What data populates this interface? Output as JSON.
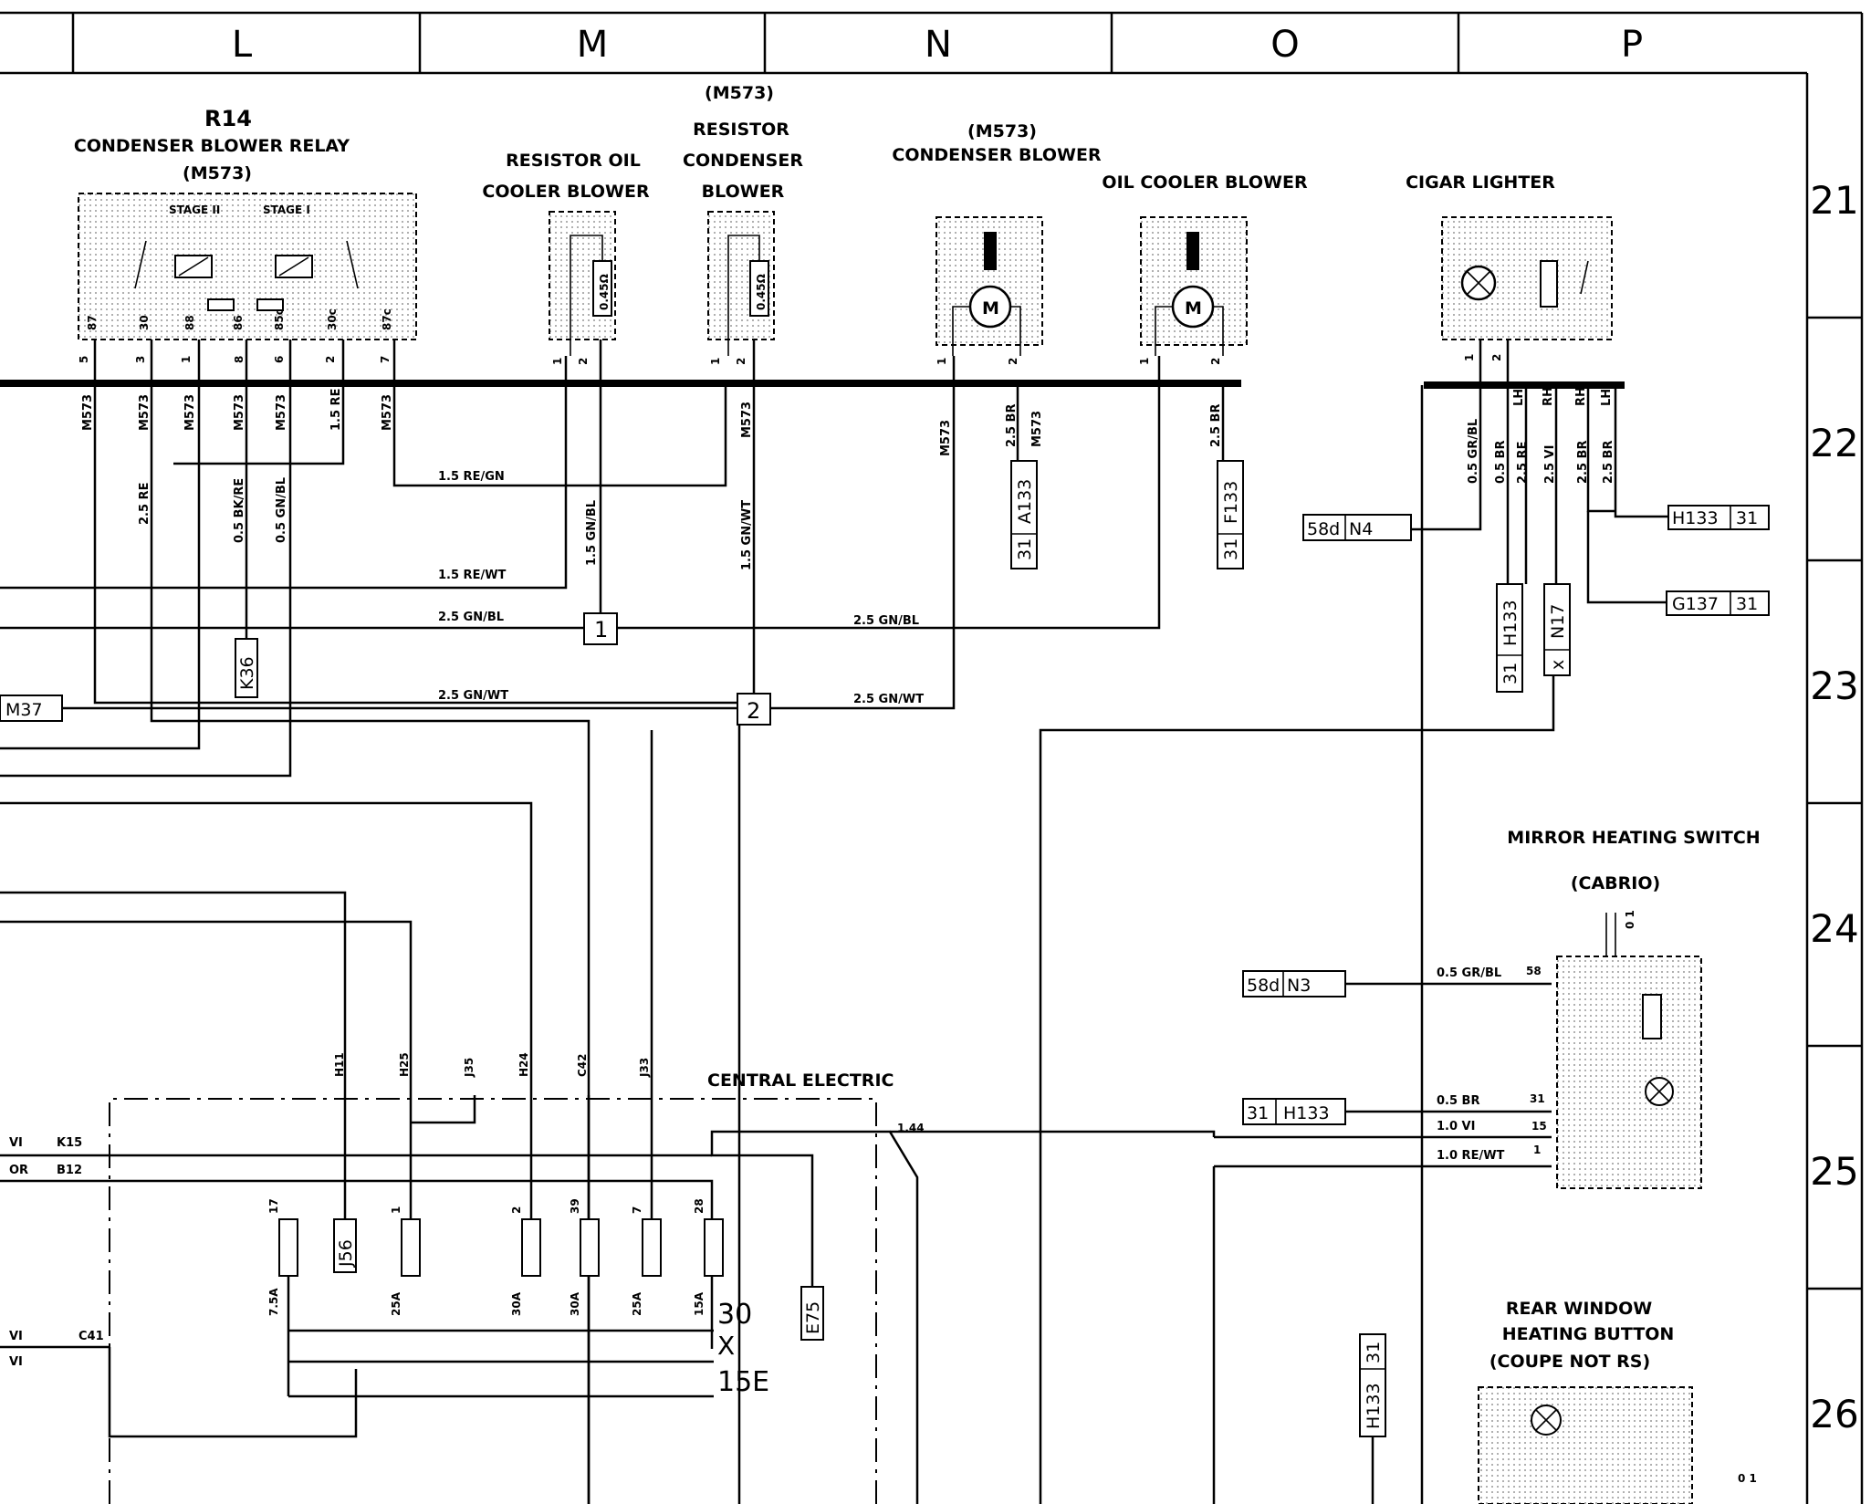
{
  "columns": [
    "L",
    "M",
    "N",
    "O",
    "P"
  ],
  "rows": [
    "21",
    "22",
    "23",
    "24",
    "25",
    "26"
  ],
  "components": {
    "relay": {
      "id": "R14",
      "title": "CONDENSER BLOWER RELAY",
      "code": "(M573)",
      "stage2": "STAGE II",
      "stage1": "STAGE I",
      "pins": [
        "87",
        "30",
        "88",
        "86",
        "85c",
        "30c",
        "87c"
      ],
      "nums": [
        "5",
        "3",
        "1",
        "8",
        "6",
        "2",
        "7"
      ]
    },
    "res_oil": {
      "line1": "RESISTOR OIL",
      "line2": "COOLER BLOWER",
      "value": "0.45Ω",
      "p1": "1",
      "p2": "2"
    },
    "res_cond": {
      "code": "(M573)",
      "line1": "RESISTOR",
      "line2": "CONDENSER",
      "line3": "BLOWER",
      "value": "0.45Ω",
      "p1": "1",
      "p2": "2"
    },
    "cond_blower": {
      "code": "(M573)",
      "title": "CONDENSER BLOWER",
      "motor": "M",
      "p1": "1",
      "p2": "2"
    },
    "oil_blower": {
      "title": "OIL COOLER BLOWER",
      "motor": "M",
      "p1": "1",
      "p2": "2"
    },
    "cigar": {
      "title": "CIGAR LIGHTER",
      "p1": "1",
      "p2": "2"
    },
    "mirror": {
      "title": "MIRROR HEATING SWITCH",
      "sub": "(CABRIO)",
      "pins": [
        "58",
        "31",
        "15",
        "1"
      ],
      "mark": "0 1"
    },
    "rear": {
      "line1": "REAR WINDOW",
      "line2": "HEATING BUTTON",
      "line3": "(COUPE NOT RS)",
      "mark": "0 1"
    },
    "central": {
      "title": "CENTRAL ELECTRIC",
      "l30": "30",
      "lX": "X",
      "l15": "15E",
      "c144": "1.44",
      "top": [
        "H11",
        "H25",
        "J35",
        "H24",
        "C42",
        "J33"
      ],
      "fuse_nums": [
        "17",
        "1",
        "2",
        "39",
        "7",
        "28"
      ],
      "fuse_amps": [
        "7.5A",
        "25A",
        "30A",
        "30A",
        "25A",
        "15A"
      ],
      "left": [
        "K15",
        "B12",
        "C41"
      ],
      "leftw": [
        "VI",
        "OR",
        "VI",
        "VI"
      ]
    }
  },
  "wires": {
    "w1": "M573",
    "w2": "2.5 RE",
    "w3": "0.5 BK/RE",
    "w4": "0.5 GN/BL",
    "w5": "1.5 RE",
    "w6": "1.5 RE/GN",
    "w7": "1.5 RE/WT",
    "w8": "2.5 GN/BL",
    "w9": "2.5 GN/WT",
    "w10": "1.5 GN/BL",
    "w11": "1.5 GN/WT",
    "w12": "2.5 BR",
    "c1": "0.5 GR/BL",
    "c2": "0.5 BR",
    "c3": "2.5 RE",
    "c4": "2.5 VI",
    "c5": "2.5 BR",
    "c6": "2.5 BR",
    "c7": "LH",
    "c8": "RH",
    "c9": "RH",
    "c10": "LH",
    "m1": "0.5 GR/BL",
    "m2": "0.5 BR",
    "m3": "1.0 VI",
    "m4": "1.0 RE/WT"
  },
  "tags": {
    "t_a133": [
      "31",
      "A133"
    ],
    "t_f133": [
      "31",
      "F133"
    ],
    "t_k36": "K36",
    "t_m37": "M37",
    "t_58dn4": [
      "58d",
      "N4"
    ],
    "t_h133a": [
      "H133",
      "31"
    ],
    "t_g137": [
      "G137",
      "31"
    ],
    "t_31h133v": [
      "31",
      "H133"
    ],
    "t_xn17": [
      "x",
      "N17"
    ],
    "t_58dn3": [
      "58d",
      "N3"
    ],
    "t_31h133": [
      "31",
      "H133"
    ],
    "t_h133b": [
      "H133",
      "31"
    ],
    "t_j56": "J56",
    "t_e75": "E75",
    "t_n1": "1",
    "t_n2": "2"
  }
}
